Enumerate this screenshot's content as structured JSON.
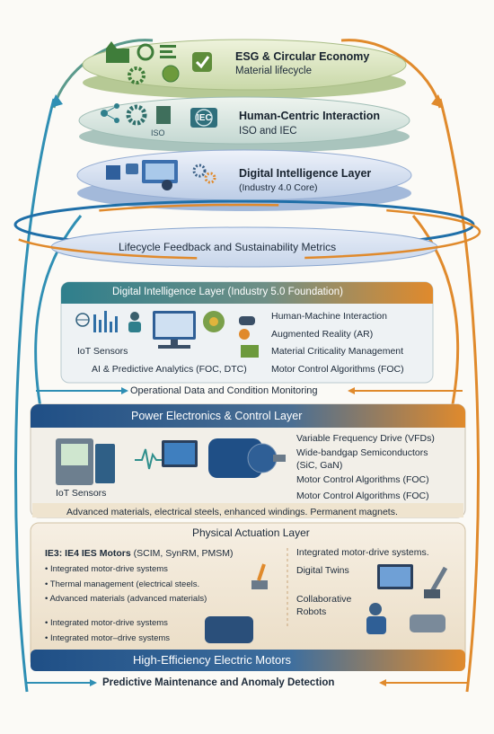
{
  "layers": {
    "esg": {
      "title": "ESG & Circular Economy",
      "subtitle": "Material lifecycle"
    },
    "human": {
      "title": "Human-Centric Interaction",
      "subtitle": "ISO and IEC",
      "iso_tag": "ISO",
      "iec_tag": "IEC"
    },
    "digital40": {
      "title": "Digital Intelligence Layer",
      "subtitle": "(Industry 4.0 Core)"
    }
  },
  "feedback_ring": "Lifecycle Feedback and Sustainability Metrics",
  "digital50": {
    "header": "Digital Intelligence Layer (Industry 5.0 Foundation)",
    "left_labels": [
      "IoT Sensors",
      "AI & Predictive Analytics (FOC, DTC)"
    ],
    "right_items": [
      "Human-Machine Interaction",
      "Augmented Reality (AR)",
      "Material Criticality Management",
      "Motor Control Algorithms (FOC)"
    ]
  },
  "operational": "Operational Data and Condition Monitoring",
  "power": {
    "header": "Power Electronics & Control Layer",
    "left_label": "IoT Sensors",
    "right_items": [
      "Variable Frequency Drive (VFDs)",
      "Wide-bandgap Semiconductors",
      "(SiC, GaN)",
      "Motor Control Algorithms (FOC)",
      "Motor Control Algorithms (FOC)"
    ],
    "materials_note": "Advanced materials, electrical steels, enhanced windings. Permanent magnets."
  },
  "physical": {
    "header": "Physical Actuation Layer",
    "motors_line_bold": "IE3: IE4 IES Motors",
    "motors_line_rest": "(SCIM, SynRM, PMSM)",
    "bullets": [
      "Integrated motor-drive systems",
      "Thermal management (electrical steels.",
      "Advanced materials (advanced materials)"
    ],
    "bullets2": [
      "Integrated motor-drive systems",
      "Integrated motor–drive systems"
    ],
    "right_items": [
      "Integrated motor-drive systems.",
      "Digital Twins",
      "Collaborative",
      "Robots"
    ]
  },
  "motors_bar": "High-Efficiency Electric Motors",
  "bottom": "Predictive Maintenance and Anomaly Detection",
  "colors": {
    "teal": "#2f7f8c",
    "orange": "#e08a2c",
    "navy": "#1f4f86",
    "green": "#6d9a3c"
  }
}
